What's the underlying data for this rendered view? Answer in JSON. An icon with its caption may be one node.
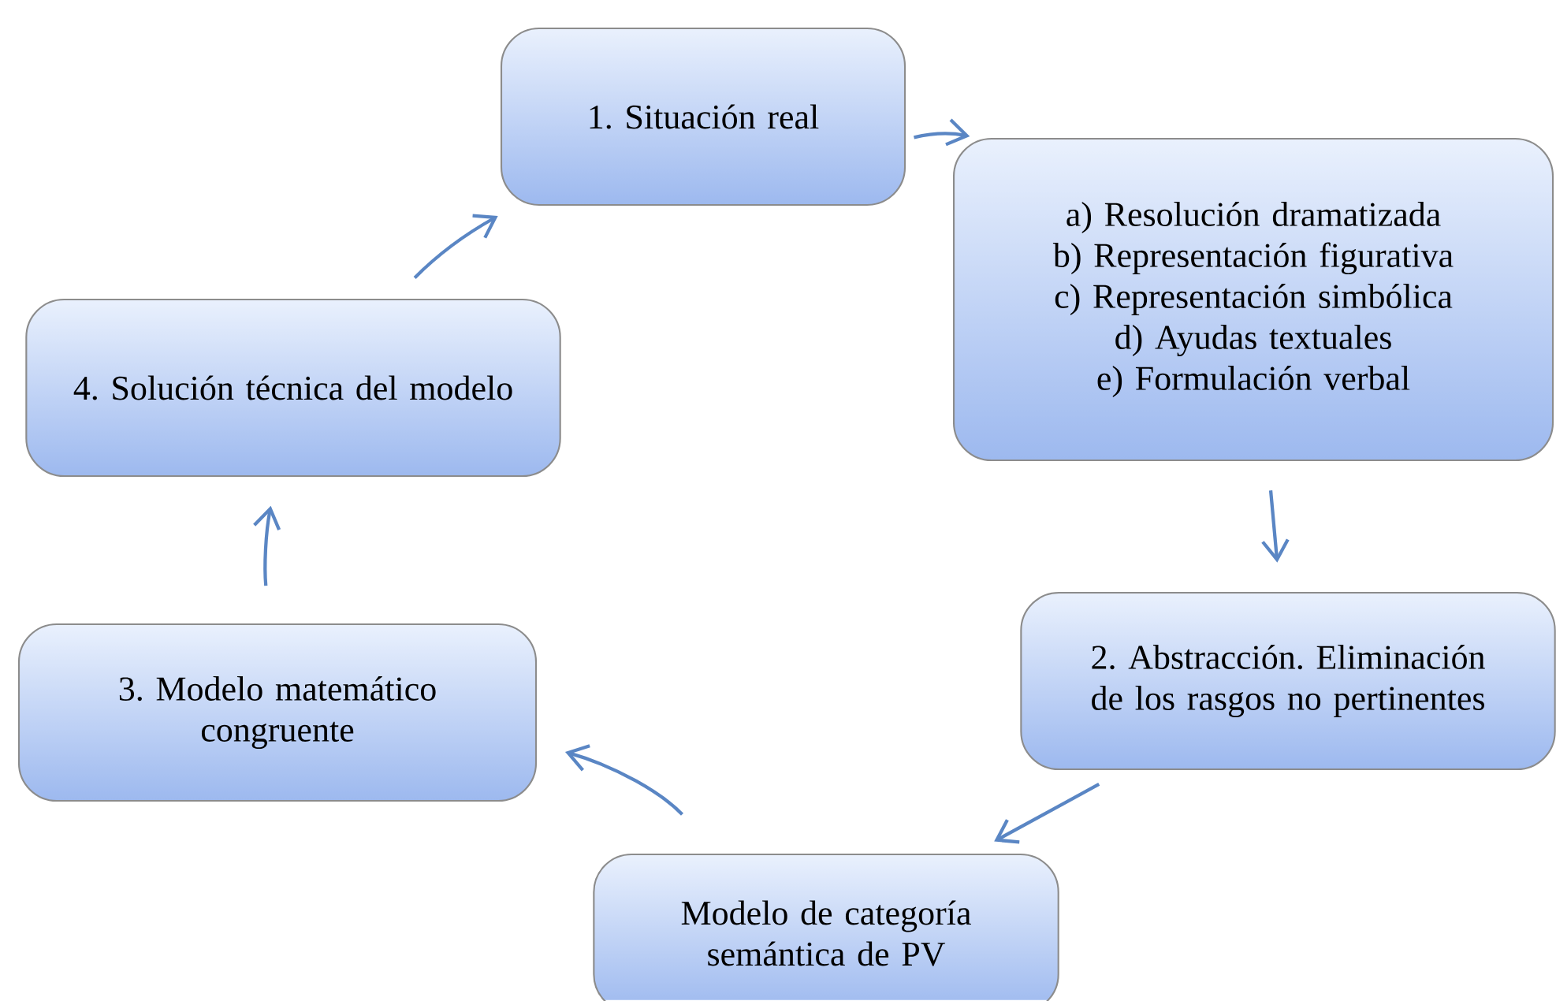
{
  "diagram": {
    "nodes": [
      {
        "text": [
          "1. Situación real"
        ]
      },
      {
        "text": [
          "a) Resolución dramatizada",
          "b) Representación figurativa",
          "c) Representación simbólica",
          "d) Ayudas textuales",
          "e) Formulación verbal"
        ]
      },
      {
        "text": [
          "2. Abstracción. Eliminación de los rasgos no pertinentes"
        ]
      },
      {
        "text": [
          "Modelo de categoría semántica de PV"
        ]
      },
      {
        "text": [
          "3. Modelo matemático congruente"
        ]
      },
      {
        "text": [
          "4. Solución técnica del modelo"
        ]
      }
    ],
    "edges": [
      {
        "from": 0,
        "to": 1,
        "arrow": "to"
      },
      {
        "from": 1,
        "to": 2,
        "arrow": "to"
      },
      {
        "from": 2,
        "to": 3,
        "arrow": "to"
      },
      {
        "from": 3,
        "to": 4,
        "arrow": "to"
      },
      {
        "from": 4,
        "to": 5,
        "arrow": "to"
      },
      {
        "from": 5,
        "to": 0,
        "arrow": "to"
      }
    ]
  }
}
